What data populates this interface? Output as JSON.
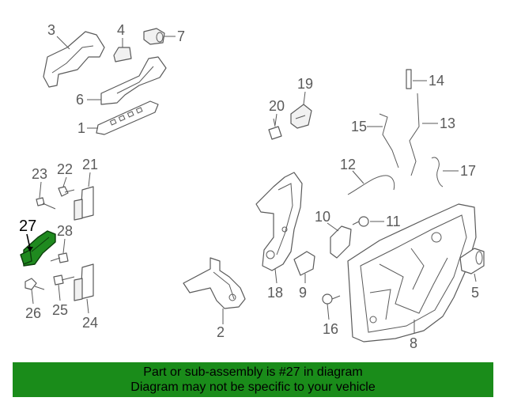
{
  "callouts": {
    "c1": "1",
    "c2": "2",
    "c3": "3",
    "c4": "4",
    "c5": "5",
    "c6": "6",
    "c7": "7",
    "c8": "8",
    "c9": "9",
    "c10": "10",
    "c11": "11",
    "c12": "12",
    "c13": "13",
    "c14": "14",
    "c15": "15",
    "c16": "16",
    "c17": "17",
    "c18": "18",
    "c19": "19",
    "c20": "20",
    "c21": "21",
    "c22": "22",
    "c23": "23",
    "c24": "24",
    "c25": "25",
    "c26": "26",
    "c27": "27",
    "c28": "28"
  },
  "highlighted_part": "27",
  "colors": {
    "highlight": "#1f8a1f",
    "banner": "#1a8c1a",
    "line": "#5a5a5a"
  },
  "banner": {
    "line1": "Part or sub-assembly is #27 in diagram",
    "line2": "Diagram may not be specific to your vehicle"
  }
}
